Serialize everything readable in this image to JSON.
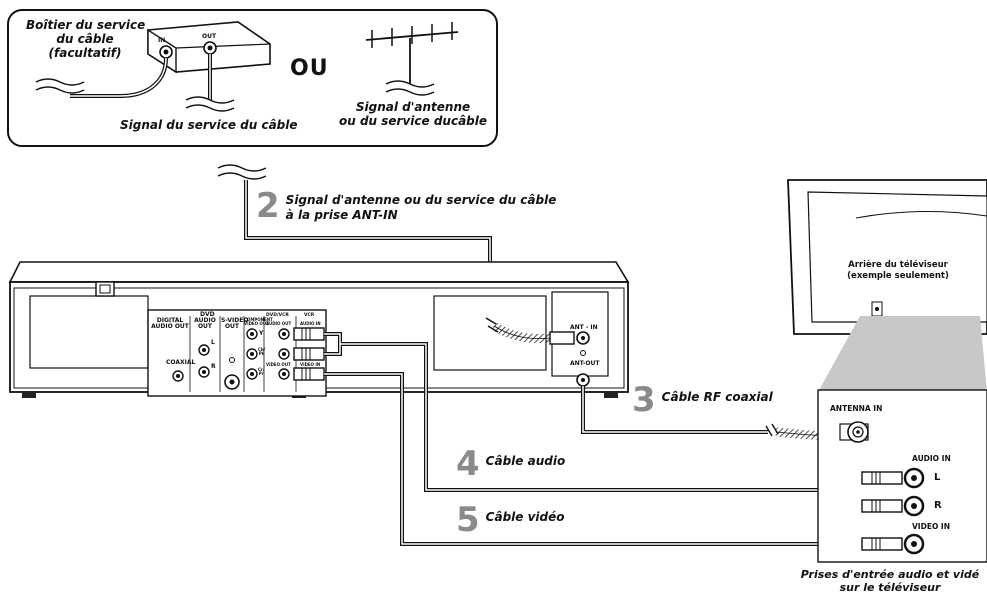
{
  "top_box": {
    "cable_box_label": [
      "Boîtier du service",
      "du câble",
      "(facultatif)"
    ],
    "in_jack": "IN",
    "out_jack": "OUT",
    "or_text": "OU",
    "cable_signal_label": "Signal du service du câble",
    "antenna_signal_label": [
      "Signal d'antenne",
      "ou du service ducâble"
    ]
  },
  "steps": [
    {
      "number": "2",
      "label": [
        "Signal d'antenne ou du service du câble",
        "à la prise ANT-IN"
      ]
    },
    {
      "number": "3",
      "label": [
        "Câble RF coaxial"
      ]
    },
    {
      "number": "4",
      "label": [
        "Câble audio"
      ]
    },
    {
      "number": "5",
      "label": [
        "Câble vidéo"
      ]
    }
  ],
  "recorder_panel": {
    "dvd": "DVD",
    "digital_audio_out": [
      "DIGITAL",
      "AUDIO OUT"
    ],
    "coaxial": "COAXIAL",
    "audio_out": [
      "AUDIO",
      "OUT"
    ],
    "l": "L",
    "r": "R",
    "s_video_out": [
      "S-VIDEO",
      "OUT"
    ],
    "component_video_out": [
      "COMPONENT",
      "VIDEO OUT"
    ],
    "y": "Y",
    "cb_pb": [
      "Cb/",
      "Pb"
    ],
    "cr_pr": [
      "Cr/",
      "Pr"
    ],
    "dvd_vcr": "DVD/VCR",
    "vcr": "VCR",
    "panel_audio_out": "AUDIO OUT",
    "audio_in": "AUDIO IN",
    "video_out": "VIDEO OUT",
    "video_in": "VIDEO IN",
    "ant_in": "ANT - IN",
    "ant_out": "ANT-OUT"
  },
  "tv": {
    "rear_label": [
      "Arrière du téléviseur",
      "(exemple seulement)"
    ],
    "antenna_in": "ANTENNA IN",
    "audio_in": "AUDIO IN",
    "l": "L",
    "r": "R",
    "video_in": "VIDEO IN",
    "caption": [
      "Prises d'entrée audio et vidé",
      "sur le téléviseur"
    ]
  }
}
